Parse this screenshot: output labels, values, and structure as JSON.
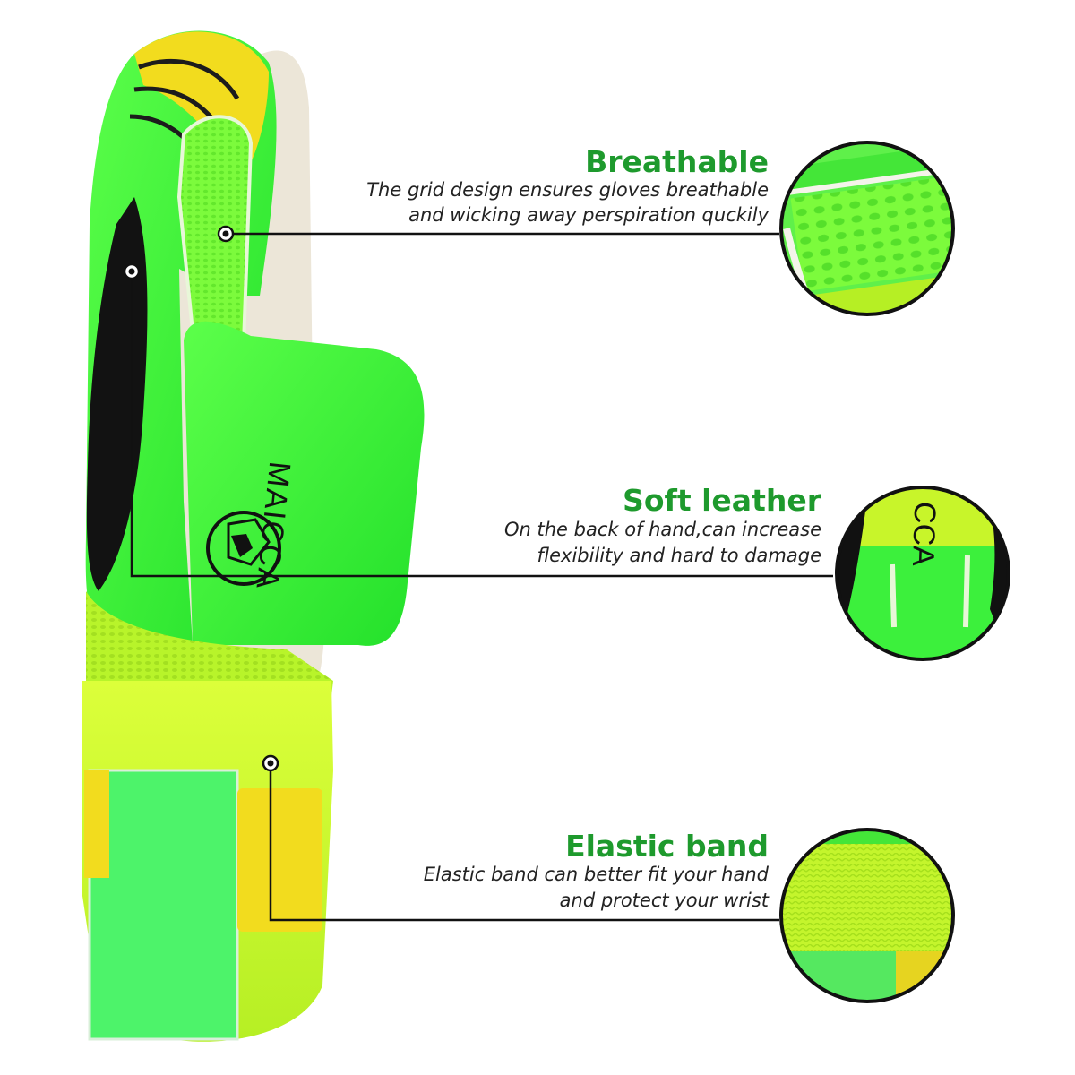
{
  "colors": {
    "title_green": "#1e9a2d",
    "neon_green": "#3cf03c",
    "lime": "#c8f52a",
    "yellow": "#f2dc1e",
    "palm": "#ece6d8",
    "line": "#111111"
  },
  "product": {
    "brand_text": "MAICCA",
    "inset_brand_text": "CCA"
  },
  "features": [
    {
      "title": "Breathable",
      "desc_line1": "The grid design ensures gloves breathable",
      "desc_line2": "and wicking away perspiration quckily"
    },
    {
      "title": "Soft leather",
      "desc_line1": "On the back of hand,can increase",
      "desc_line2": "flexibility and hard to damage"
    },
    {
      "title": "Elastic band",
      "desc_line1": "Elastic band can better fit your hand",
      "desc_line2": "and protect your wrist"
    }
  ]
}
